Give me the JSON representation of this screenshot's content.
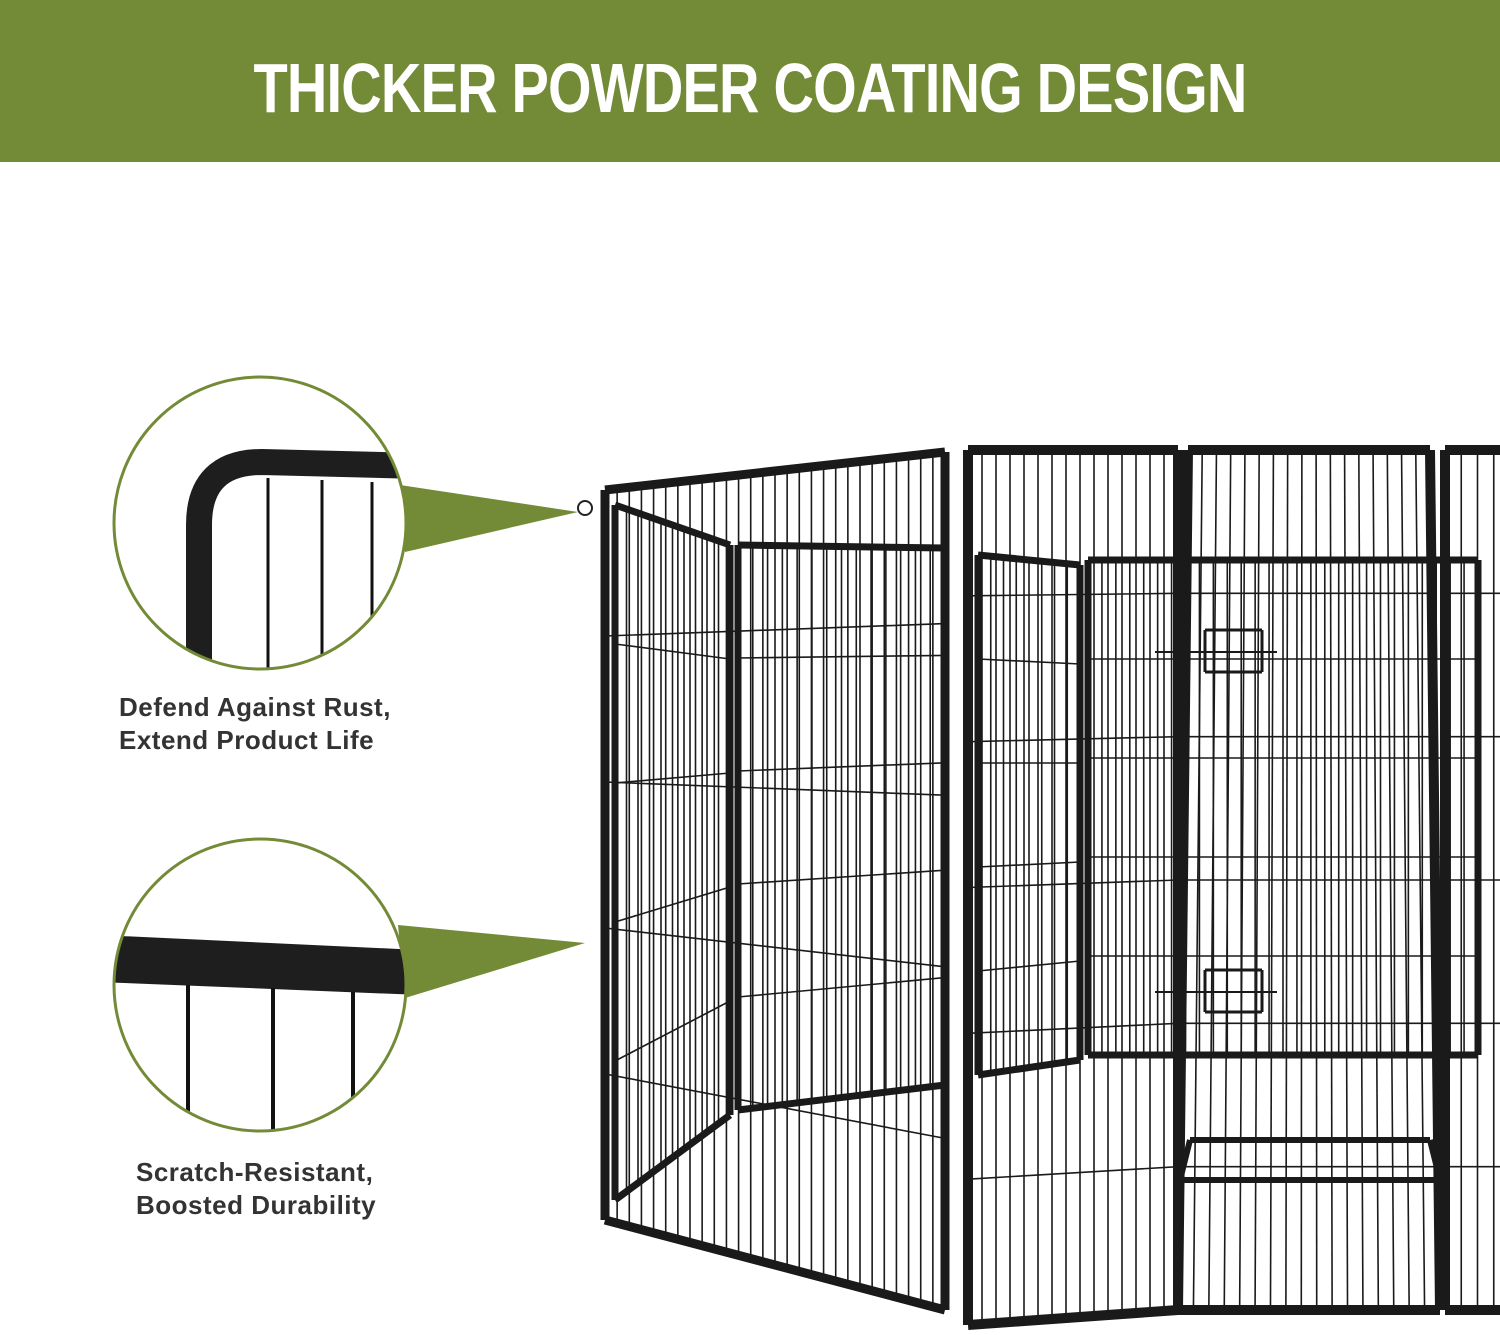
{
  "header": {
    "title": "THICKER POWDER COATING DESIGN"
  },
  "features": [
    {
      "line1": "Defend Against Rust,",
      "line2": "Extend Product Life"
    },
    {
      "line1": "Scratch-Resistant,",
      "line2": "Boosted Durability"
    }
  ],
  "colors": {
    "accent": "#738b37",
    "frame": "#1a1a1a",
    "text": "#333333"
  }
}
